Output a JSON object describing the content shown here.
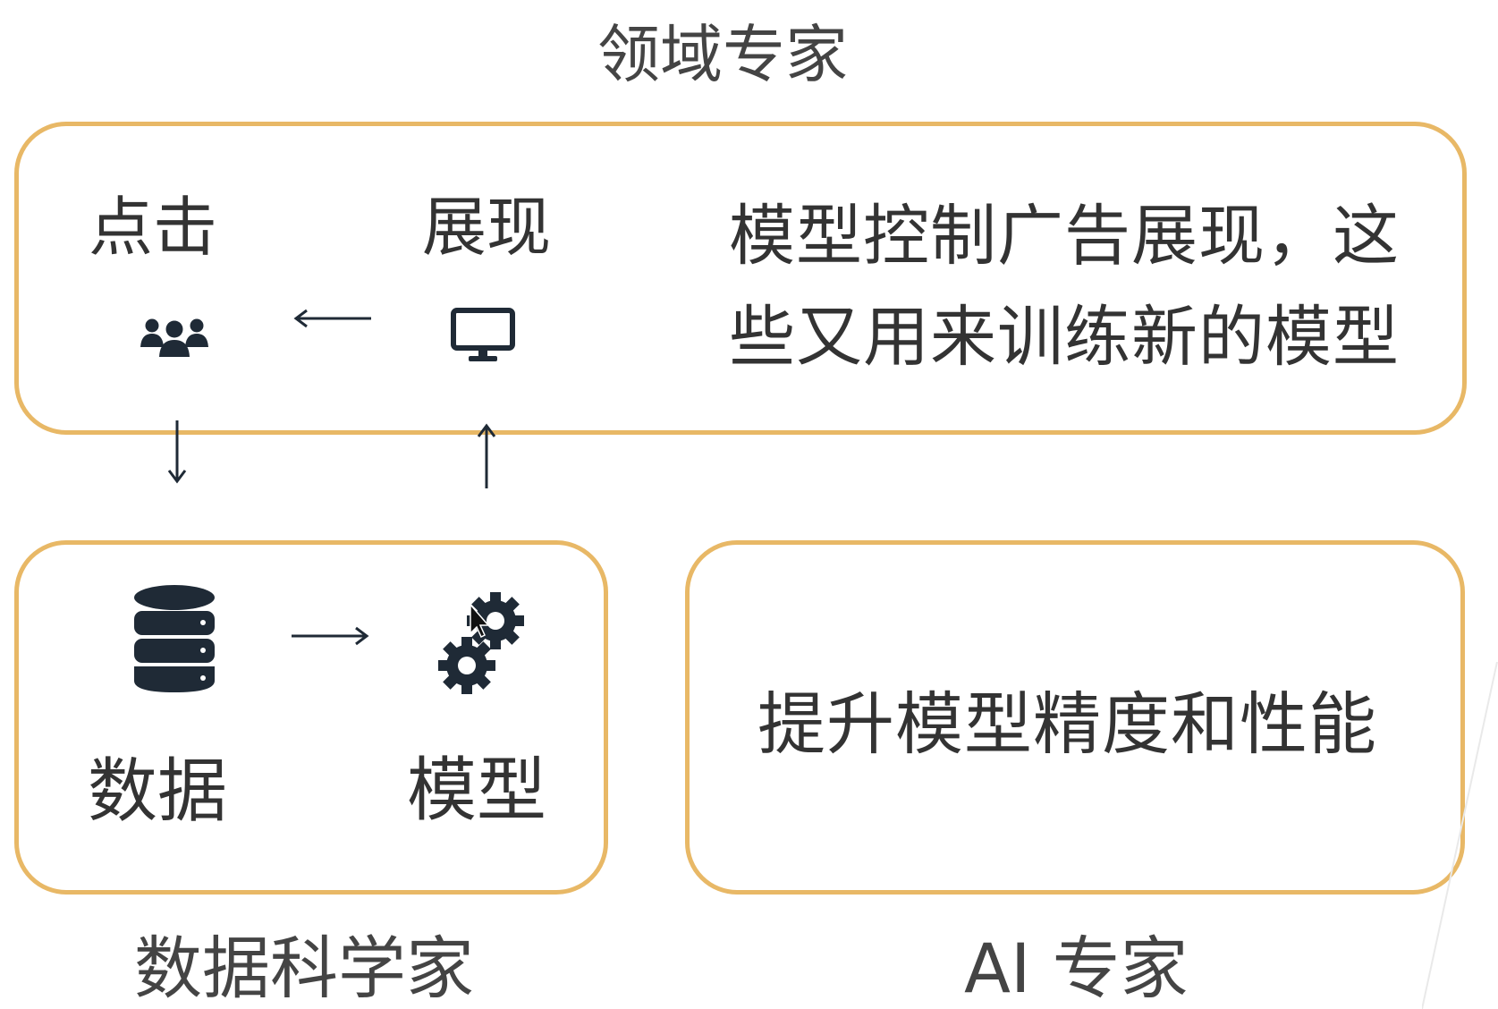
{
  "diagram": {
    "domain_expert": {
      "title": "领域专家",
      "click_label": "点击",
      "display_label": "展现",
      "description_line1": "模型控制广告展现，这",
      "description_line2": "些又用来训练新的模型",
      "click_icon": "users-icon",
      "display_icon": "monitor-icon"
    },
    "data_scientist": {
      "title": "数据科学家",
      "data_label": "数据",
      "model_label": "模型",
      "data_icon": "database-icon",
      "model_icon": "gears-icon"
    },
    "ai_expert": {
      "title": "AI 专家",
      "description": "提升模型精度和性能"
    },
    "colors": {
      "box_border": "#e8b866",
      "text": "#333333",
      "icon": "#1f2a36"
    }
  }
}
